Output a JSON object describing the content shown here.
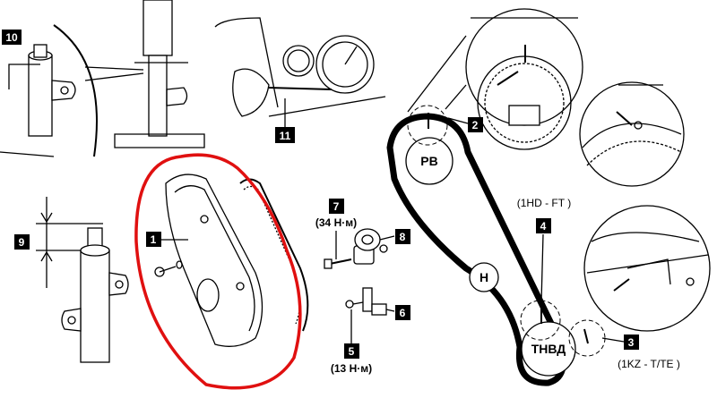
{
  "callouts": {
    "c1": "1",
    "c2": "2",
    "c3": "3",
    "c4": "4",
    "c5": "5",
    "c6": "6",
    "c7": "7",
    "c8": "8",
    "c9": "9",
    "c10": "10",
    "c11": "11"
  },
  "torques": {
    "t7": "(34 Н·м)",
    "t5": "(13 Н·м)"
  },
  "engine_variants": {
    "upper": "(1HD - FT )",
    "lower": "(1KZ - T/TE )"
  },
  "pulleys": {
    "camshaft": "РВ",
    "idler": "Н",
    "injection_pump": "ТНВД"
  },
  "colors": {
    "callout_bg": "#000000",
    "callout_text": "#ffffff",
    "highlight": "#e01010",
    "line": "#000000"
  }
}
